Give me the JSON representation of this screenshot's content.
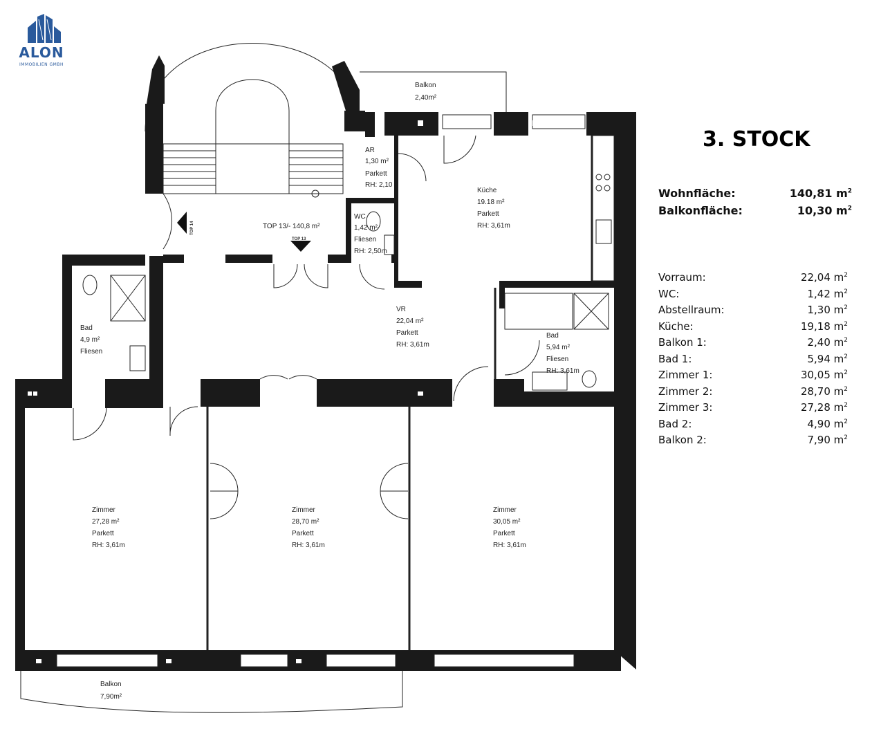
{
  "logo": {
    "name": "ALON",
    "subtitle": "IMMOBILIEN GMBH"
  },
  "floor_title": "3. STOCK",
  "summary": [
    {
      "label": "Wohnfläche:",
      "value": "140,81 m",
      "sup": "2"
    },
    {
      "label": "Balkonfläche:",
      "value": "10,30 m",
      "sup": "2"
    }
  ],
  "rooms": [
    {
      "label": "Vorraum:",
      "value": "22,04 m",
      "sup": "2"
    },
    {
      "label": "WC:",
      "value": "1,42 m",
      "sup": "2"
    },
    {
      "label": "Abstellraum:",
      "value": "1,30 m",
      "sup": "2"
    },
    {
      "label": "Küche:",
      "value": "19,18 m",
      "sup": "2"
    },
    {
      "label": "Balkon 1:",
      "value": "2,40 m",
      "sup": "2"
    },
    {
      "label": "Bad 1:",
      "value": "5,94 m",
      "sup": "2"
    },
    {
      "label": "Zimmer 1:",
      "value": "30,05 m",
      "sup": "2"
    },
    {
      "label": "Zimmer 2:",
      "value": "28,70 m",
      "sup": "2"
    },
    {
      "label": "Zimmer 3:",
      "value": "27,28 m",
      "sup": "2"
    },
    {
      "label": "Bad 2:",
      "value": "4,90 m",
      "sup": "2"
    },
    {
      "label": "Balkon 2:",
      "value": "7,90 m",
      "sup": "2"
    }
  ],
  "plan": {
    "balkon_top": {
      "name": "Balkon",
      "area": "2,40m²"
    },
    "ar": {
      "name": "AR",
      "area": "1,30 m²",
      "floor": "Parkett",
      "rh": "RH: 2,10"
    },
    "wc": {
      "name": "WC",
      "area": "1,42 m²",
      "floor": "Fliesen",
      "rh": "RH: 2,50m"
    },
    "kueche": {
      "name": "Küche",
      "area": "19.18 m²",
      "floor": "Parkett",
      "rh": "RH: 3,61m"
    },
    "top13": {
      "label": "TOP 13/- 140,8 m²",
      "tag": "TOP 13"
    },
    "top14": {
      "tag": "TOP 14"
    },
    "vr": {
      "name": "VR",
      "area": "22,04 m²",
      "floor": "Parkett",
      "rh": "RH: 3,61m"
    },
    "bad_left": {
      "name": "Bad",
      "area": "4,9 m²",
      "floor": "Fliesen"
    },
    "bad_right": {
      "name": "Bad",
      "area": "5,94 m²",
      "floor": "Fliesen",
      "rh": "RH: 3,61m"
    },
    "zimmer1": {
      "name": "Zimmer",
      "area": "27,28 m²",
      "floor": "Parkett",
      "rh": "RH: 3,61m"
    },
    "zimmer2": {
      "name": "Zimmer",
      "area": "28,70 m²",
      "floor": "Parkett",
      "rh": "RH: 3,61m"
    },
    "zimmer3": {
      "name": "Zimmer",
      "area": "30,05 m²",
      "floor": "Parkett",
      "rh": "RH: 3,61m"
    },
    "balkon_bottom": {
      "name": "Balkon",
      "area": "7,90m²"
    }
  }
}
